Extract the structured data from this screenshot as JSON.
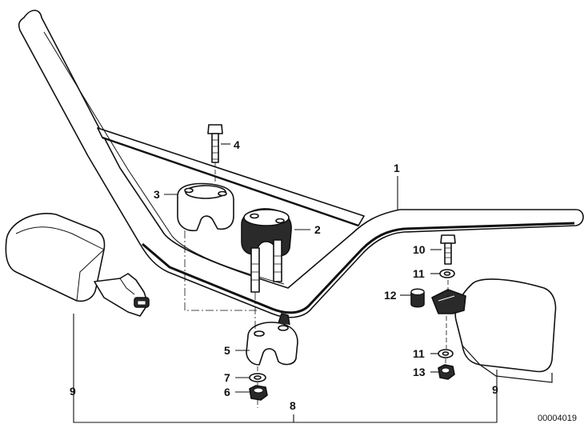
{
  "callouts": {
    "c1": "1",
    "c2": "2",
    "c3": "3",
    "c4": "4",
    "c5": "5",
    "c6": "6",
    "c7": "7",
    "c8": "8",
    "c9_left": "9",
    "c9_right": "9",
    "c10": "10",
    "c11_top": "11",
    "c11_bottom": "11",
    "c12": "12",
    "c13": "13"
  },
  "ref_code": "00004019"
}
